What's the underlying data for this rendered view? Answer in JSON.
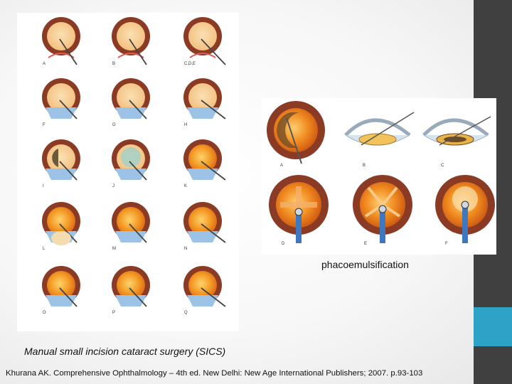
{
  "sics_figure": {
    "step_labels": [
      "A",
      "B",
      "C,D,E",
      "F",
      "G",
      "H",
      "I",
      "J",
      "K",
      "L",
      "M",
      "N",
      "O",
      "P",
      "Q"
    ]
  },
  "phaco_figure": {
    "step_labels": [
      "A",
      "B",
      "C",
      "D",
      "E",
      "F"
    ]
  },
  "captions": {
    "sics": "Manual small incision cataract surgery (SICS)",
    "phaco": "phacoemulsification"
  },
  "reference": "Khurana AK. Comprehensive Ophthalmology – 4th ed. New Delhi: New Age International Publishers; 2007. p.93-103",
  "colors": {
    "sidebar": "#404040",
    "accent": "#2ea3c7",
    "iris": "#8b3a24",
    "lens": "#f6c98c",
    "lens_orange": "#f08a1f",
    "instrument_blue": "#3f77c0"
  }
}
